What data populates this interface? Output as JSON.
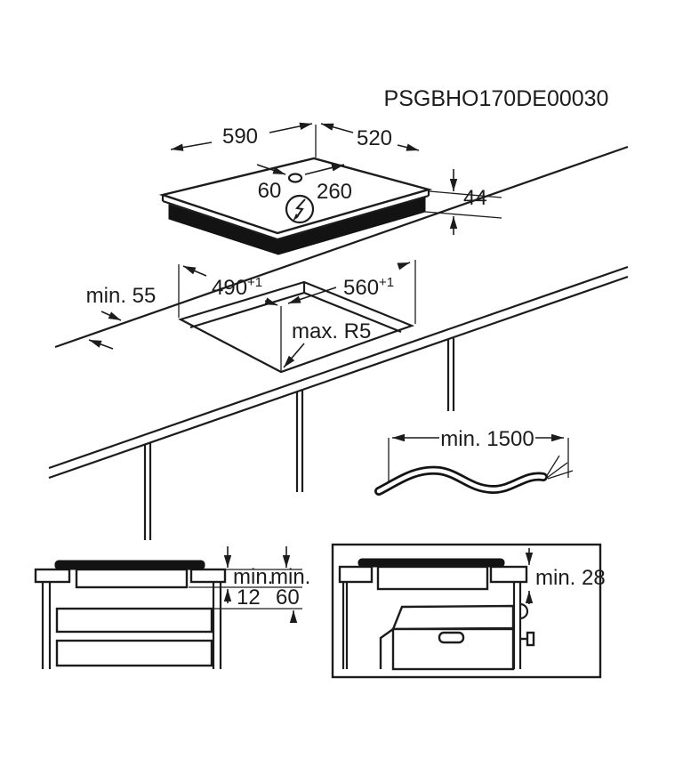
{
  "title": "PSGBHO170DE00030",
  "hob": {
    "width": "590",
    "depth": "520",
    "cable_pos_left": "60",
    "cable_pos_right": "260",
    "height": "44"
  },
  "cutout": {
    "front_clearance": "min. 55",
    "depth": "490",
    "depth_tolerance": "+1",
    "width": "560",
    "width_tolerance": "+1",
    "corner_radius": "max. R5"
  },
  "cable": {
    "length": "min. 1500"
  },
  "clearance_drawer": {
    "label1_line1": "min.",
    "label1_line2": "12",
    "label2_line1": "min.",
    "label2_line2": "60"
  },
  "clearance_oven": {
    "label": "min. 28"
  },
  "icons": {
    "power_connection": "lightning-bolt-in-circle"
  },
  "colors": {
    "line": "#1c1c1c",
    "hob_body": "#131313",
    "background": "#ffffff"
  }
}
